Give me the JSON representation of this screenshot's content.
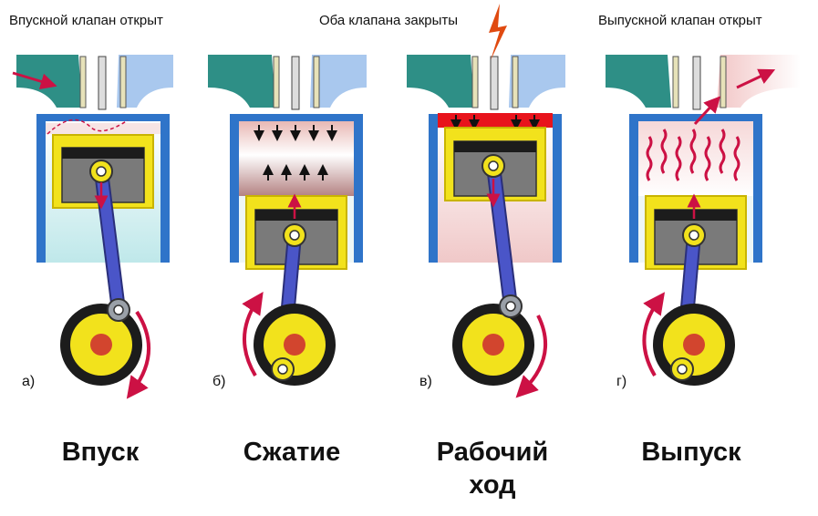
{
  "header_labels": {
    "intake_valve_open": "Впускной клапан открыт",
    "both_valves_closed": "Оба клапана закрыты",
    "exhaust_valve_open": "Выпускной клапан открыт"
  },
  "stages": [
    {
      "letter": "а)",
      "title": "Впуск"
    },
    {
      "letter": "б)",
      "title": "Сжатие"
    },
    {
      "letter": "в)",
      "title": "Рабочий\nход"
    },
    {
      "letter": "г)",
      "title": "Выпуск"
    }
  ],
  "colors": {
    "cylinder_wall": "#2f74c9",
    "piston": "#f2e21c",
    "rod": "#4a55c8",
    "flywheel": "#1c1c1c",
    "crank_pin": "#d2452e",
    "arrow": "#cc1144",
    "intake_port": "#2e8f86",
    "exhaust_port": "#a9c8ee",
    "spark": "#e04a10"
  }
}
